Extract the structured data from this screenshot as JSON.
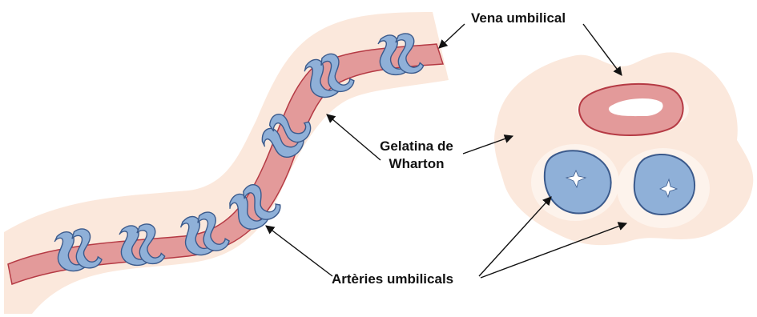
{
  "labels": {
    "vena": "Vena umbilical",
    "gelatina_line1": "Gelatina de",
    "gelatina_line2": "Wharton",
    "arteries": "Artèries umbilicals"
  },
  "colors": {
    "jelly": "#fbe8dc",
    "jelly_light": "#fdf3ec",
    "vein_fill": "#e39a9a",
    "vein_stroke": "#b53a44",
    "artery_fill": "#8fb0d8",
    "artery_stroke": "#3b5a8c",
    "arrow": "#111111"
  }
}
